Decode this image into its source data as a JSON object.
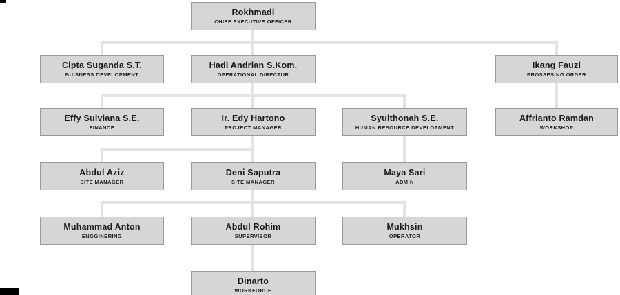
{
  "org": {
    "type": "org-chart",
    "nodes": [
      {
        "id": "ceo",
        "name": "Rokhmadi",
        "title": "CHIEF EXECUTIVE OFFICER"
      },
      {
        "id": "bizdev",
        "name": "Cipta Suganda S.T.",
        "title": "BUISNESS DEVELOPMENT"
      },
      {
        "id": "opdir",
        "name": "Hadi Andrian S.Kom.",
        "title": "OPERATIONAL DIRECTUR"
      },
      {
        "id": "procorder",
        "name": "Ikang Fauzi",
        "title": "PROSSESING ORDER"
      },
      {
        "id": "finance",
        "name": "Effy Sulviana S.E.",
        "title": "FINANCE"
      },
      {
        "id": "projmgr",
        "name": "Ir. Edy Hartono",
        "title": "PROJECT MANAGER"
      },
      {
        "id": "hrd",
        "name": "Syulthonah S.E.",
        "title": "HUMAN RESOURCE DEVELOPMENT"
      },
      {
        "id": "workshop",
        "name": "Affrianto Ramdan",
        "title": "WORKSHOP"
      },
      {
        "id": "sitemgr1",
        "name": "Abdul Aziz",
        "title": "SITE MANAGER"
      },
      {
        "id": "sitemgr2",
        "name": "Deni Saputra",
        "title": "SITE MANAGER"
      },
      {
        "id": "admin",
        "name": "Maya Sari",
        "title": "ADMIN"
      },
      {
        "id": "engineer",
        "name": "Muhammad Anton",
        "title": "ENGGINERING"
      },
      {
        "id": "supervisor",
        "name": "Abdul Rohim",
        "title": "SUPERVISOR"
      },
      {
        "id": "operator",
        "name": "Mukhsin",
        "title": "OPERATOR"
      },
      {
        "id": "workforce",
        "name": "Dinarto",
        "title": "WORKFORCE"
      }
    ],
    "edges": [
      {
        "from": "ceo",
        "to": "bizdev"
      },
      {
        "from": "ceo",
        "to": "opdir"
      },
      {
        "from": "ceo",
        "to": "procorder"
      },
      {
        "from": "opdir",
        "to": "finance"
      },
      {
        "from": "opdir",
        "to": "projmgr"
      },
      {
        "from": "opdir",
        "to": "hrd"
      },
      {
        "from": "procorder",
        "to": "workshop"
      },
      {
        "from": "projmgr",
        "to": "sitemgr1"
      },
      {
        "from": "projmgr",
        "to": "sitemgr2"
      },
      {
        "from": "hrd",
        "to": "admin"
      },
      {
        "from": "sitemgr2",
        "to": "engineer"
      },
      {
        "from": "sitemgr2",
        "to": "supervisor"
      },
      {
        "from": "sitemgr2",
        "to": "operator"
      },
      {
        "from": "supervisor",
        "to": "workforce"
      }
    ],
    "colors": {
      "box_fill": "#d6d6d6",
      "box_border": "#9a9a9a",
      "connector": "#e3e3e3",
      "text": "#191919",
      "background": "#ffffff"
    }
  }
}
